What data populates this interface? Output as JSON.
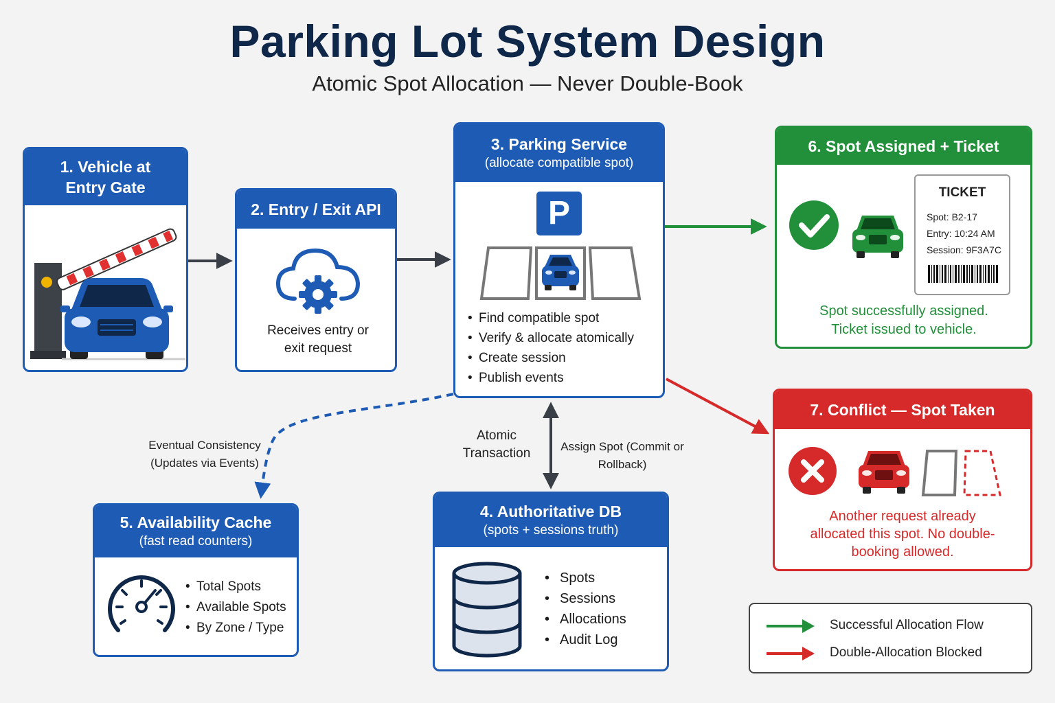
{
  "title": "Parking Lot System Design",
  "subtitle": "Atomic Spot Allocation — Never Double-Book",
  "boxes": {
    "entry_gate": {
      "title": "1. Vehicle at Entry Gate"
    },
    "api": {
      "title": "2. Entry / Exit API",
      "desc": "Receives entry or exit request"
    },
    "service": {
      "title": "3. Parking Service",
      "subtitle": "(allocate compatible spot)",
      "parking_sign": "P",
      "bullets": [
        "Find compatible spot",
        "Verify & allocate atomically",
        "Create session",
        "Publish events"
      ]
    },
    "db": {
      "title": "4. Authoritative DB",
      "subtitle": "(spots + sessions truth)",
      "bullets": [
        "Spots",
        "Sessions",
        "Allocations",
        "Audit Log"
      ]
    },
    "cache": {
      "title": "5. Availability Cache",
      "subtitle": "(fast read counters)",
      "bullets": [
        "Total Spots",
        "Available Spots",
        "By Zone / Type"
      ]
    },
    "assigned": {
      "title": "6. Spot Assigned + Ticket",
      "message": "Spot successfully assigned. Ticket issued to vehicle.",
      "ticket": {
        "heading": "TICKET",
        "spot": "Spot: B2-17",
        "entry": "Entry: 10:24 AM",
        "session": "Session: 9F3A7C"
      }
    },
    "conflict": {
      "title": "7. Conflict — Spot Taken",
      "message": "Another request already allocated this spot. No double-booking allowed."
    }
  },
  "edge_labels": {
    "eventual": "Eventual Consistency (Updates via Events)",
    "atomic": "Atomic Transaction",
    "assign": "Assign Spot (Commit or Rollback)"
  },
  "legend": [
    {
      "label": "Successful Allocation Flow",
      "color": "#22903a"
    },
    {
      "label": "Double-Allocation Blocked",
      "color": "#d62a2a"
    }
  ],
  "colors": {
    "blue": "#1e5bb5",
    "green": "#22903a",
    "red": "#d62a2a",
    "navy": "#0f2748"
  },
  "icons": [
    "entry-gate-icon",
    "car-icon",
    "cloud-gear-icon",
    "parking-sign-icon",
    "parking-spots-icon",
    "check-icon",
    "ticket-icon",
    "barcode-icon",
    "x-icon",
    "gauge-icon",
    "database-icon"
  ]
}
